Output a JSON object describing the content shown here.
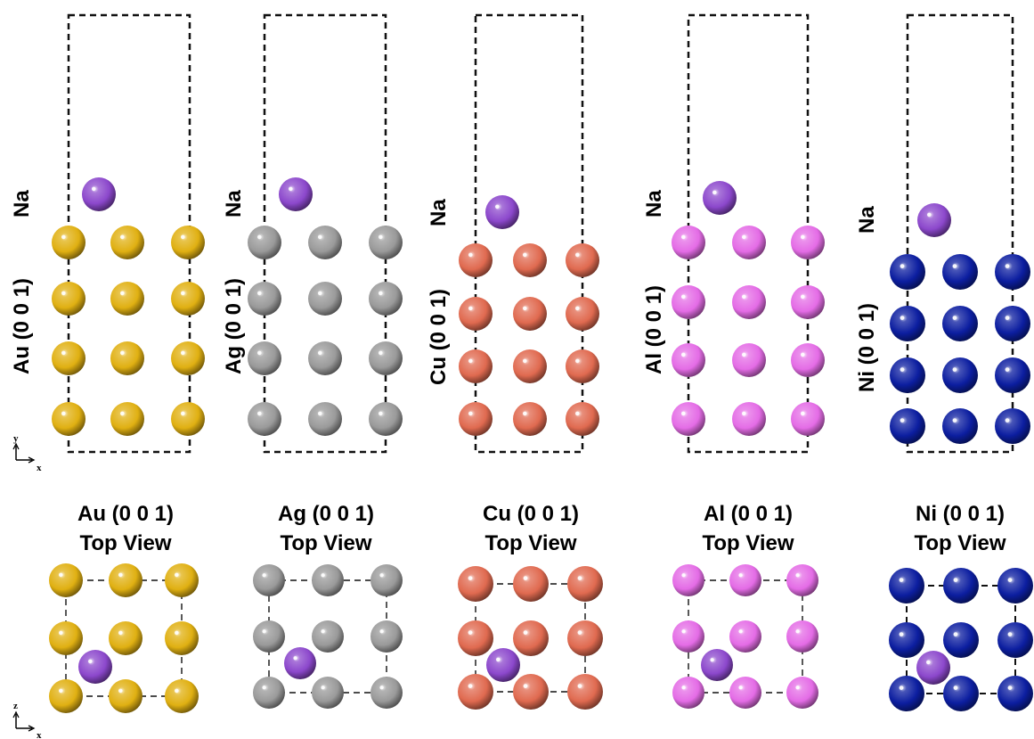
{
  "colors": {
    "Au": "#e0b012",
    "Ag": "#9a9a9a",
    "Cu": "#e06a50",
    "Al": "#e46ce6",
    "Ni": "#0c1ea0",
    "Na": "#8c48cc"
  },
  "panels": [
    {
      "element": "Au",
      "side_label": "Au (0 0 1)",
      "na_label": "Na",
      "top_title": "Au (0 0 1)",
      "top_subtitle": "Top View"
    },
    {
      "element": "Ag",
      "side_label": "Ag (0 0 1)",
      "na_label": "Na",
      "top_title": "Ag (0 0 1)",
      "top_subtitle": "Top View"
    },
    {
      "element": "Cu",
      "side_label": "Cu (0 0 1)",
      "na_label": "Na",
      "top_title": "Cu (0 0 1)",
      "top_subtitle": "Top View"
    },
    {
      "element": "Al",
      "side_label": "Al (0 0 1)",
      "na_label": "Na",
      "top_title": "Al (0 0 1)",
      "top_subtitle": "Top View"
    },
    {
      "element": "Ni",
      "side_label": "Ni (0 0 1)",
      "na_label": "Na",
      "top_title": "Ni (0 0 1)",
      "top_subtitle": "Top View"
    }
  ],
  "axes": {
    "side": {
      "vertical": "y",
      "horizontal": "x"
    },
    "top": {
      "vertical": "z",
      "horizontal": "x"
    }
  }
}
